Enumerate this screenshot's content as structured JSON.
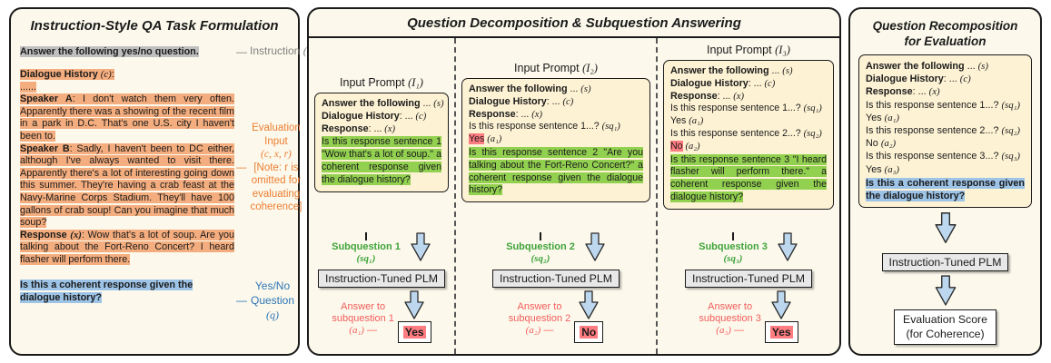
{
  "colors": {
    "green_highlight": "#92d050",
    "salmon_highlight": "#ff7c80",
    "orange_highlight": "#f4ad7e",
    "blue_highlight": "#9dc3e6",
    "gray_highlight": "#bfbfbf",
    "tan_box": "#fdf2d4",
    "plm_box": "#e9e8e8",
    "arrow_fill": "#bdd7ee",
    "green_text": "#3fa33a",
    "red_text": "#f25c5c",
    "orange_text": "#ed7d31",
    "blue_text": "#2e75b6",
    "gray_text": "#7f7f7f"
  },
  "left": {
    "title": "Instruction-Style QA Task Formulation",
    "instruction_text": "Answer the following yes/no question.",
    "instruction_label": {
      "dash": "—",
      "text": "Instruction ",
      "math": "(s)"
    },
    "dialogue_header": {
      "b": "Dialogue History ",
      "m": "(c)",
      "r": ":"
    },
    "dialogue_ellipsis": "......",
    "speaker_a": {
      "b": "Speaker A",
      "r": ": I don't watch them very often. Apparently there was a showing of the recent film in a park in D.C. That's one U.S. city I haven't been to."
    },
    "speaker_b": {
      "b": "Speaker B",
      "r": ": Sadly, I haven't been to DC either, although I've always wanted to visit there. Apparently there's a lot of interesting going down this summer. They're having a crab feast at the Navy-Marine Corps Stadium. They'll have 100 gallons of crab soup! Can you imagine that much soup?"
    },
    "response": {
      "b": "Response ",
      "m": "(x)",
      "r": ": Wow that's a lot of soup. Are you talking about the Fort-Reno Concert? I heard flasher will perform there."
    },
    "eval_label": {
      "dash": "—",
      "line1": "Evaluation Input",
      "line2": "(c, x, r)",
      "line3": "[Note: r is",
      "line4": "omitted for",
      "line5": "evaluating",
      "line6": "coherence]"
    },
    "question_text": "Is this a coherent response given the dialogue history?",
    "question_label": {
      "dash": "—",
      "line1": "Yes/No",
      "line2": "Question ",
      "math": "(q)"
    }
  },
  "middle": {
    "title": "Question Decomposition & Subquestion Answering",
    "columns": [
      {
        "prompt_title": {
          "t": "Input Prompt ",
          "m": "(I₁)"
        },
        "line_answer": {
          "b": "Answer the following",
          "r": " ... ",
          "m": "(s)"
        },
        "line_history": {
          "b": "Dialogue History",
          "r": ": ... ",
          "m": "(c)"
        },
        "line_response": {
          "b": "Response",
          "r": ": ... ",
          "m": "(x)"
        },
        "green_question": "Is this response sentence 1 \"Wow that's a lot of soup.\" a coherent response given the dialogue history?",
        "sub_label": {
          "line1": "Subquestion 1",
          "m": "(sq₁)"
        },
        "plm_label": "Instruction-Tuned PLM",
        "ans_label": {
          "line1": "Answer to",
          "line2": "subquestion 1",
          "m": "(a₁)",
          "dash": "—"
        },
        "answer": "Yes"
      },
      {
        "prompt_title": {
          "t": "Input Prompt ",
          "m": "(I₂)"
        },
        "line_answer": {
          "b": "Answer the following",
          "r": " ... ",
          "m": "(s)"
        },
        "line_history": {
          "b": "Dialogue History",
          "r": ": ... ",
          "m": "(c)"
        },
        "line_response": {
          "b": "Response",
          "r": ": ... ",
          "m": "(x)"
        },
        "q1": {
          "t": "Is this response sentence 1...? ",
          "m": "(sq₁)"
        },
        "a1": {
          "hl": "Yes",
          "m": "(a₁)"
        },
        "green_question": "Is this response sentence 2 \"Are you talking about the Fort-Reno Concert?\" a coherent response given the dialogue history?",
        "sub_label": {
          "line1": "Subquestion 2",
          "m": "(sq₂)"
        },
        "plm_label": "Instruction-Tuned PLM",
        "ans_label": {
          "line1": "Answer to",
          "line2": "subquestion 2",
          "m": "(a₂)",
          "dash": "—"
        },
        "answer": "No"
      },
      {
        "prompt_title": {
          "t": "Input Prompt ",
          "m": "(I₃)"
        },
        "line_answer": {
          "b": "Answer the following",
          "r": " ... ",
          "m": "(s)"
        },
        "line_history": {
          "b": "Dialogue History",
          "r": ": ... ",
          "m": "(c)"
        },
        "line_response": {
          "b": "Response",
          "r": ": ... ",
          "m": "(x)"
        },
        "q1": {
          "t": "Is this response sentence 1...? ",
          "m": "(sq₁)"
        },
        "a1": {
          "t": "Yes ",
          "m": "(a₁)"
        },
        "q2": {
          "t": "Is this response sentence 2...? ",
          "m": "(sq₂)"
        },
        "a2": {
          "hl": "No",
          "m": "(a₂)"
        },
        "green_question": "Is this response sentence 3 \"I heard flasher will perform there.\" a coherent response given the dialogue history?",
        "sub_label": {
          "line1": "Subquestion 3",
          "m": "(sq₃)"
        },
        "plm_label": "Instruction-Tuned PLM",
        "ans_label": {
          "line1": "Answer to",
          "line2": "subquestion 3",
          "m": "(a₃)",
          "dash": "—"
        },
        "answer": "Yes"
      }
    ]
  },
  "right": {
    "title_line1": "Question Recomposition",
    "title_line2": "for Evaluation",
    "line_answer": {
      "b": "Answer the following",
      "r": " ... ",
      "m": "(s)"
    },
    "line_history": {
      "b": "Dialogue History",
      "r": ": ... ",
      "m": "(c)"
    },
    "line_response": {
      "b": "Response",
      "r": ": ... ",
      "m": "(x)"
    },
    "q1": {
      "t": "Is this response sentence 1...? ",
      "m": "(sq₁)"
    },
    "a1": {
      "t": "Yes ",
      "m": "(a₁)"
    },
    "q2": {
      "t": "Is this response sentence 2...? ",
      "m": "(sq₂)"
    },
    "a2": {
      "t": "No ",
      "m": "(a₂)"
    },
    "q3": {
      "t": "Is this response sentence 3...? ",
      "m": "(sq₃)"
    },
    "a3": {
      "t": "Yes ",
      "m": "(a₃)"
    },
    "blue_question": "Is this a coherent response given the dialogue history?",
    "plm_label": "Instruction-Tuned PLM",
    "score_line1": "Evaluation Score",
    "score_line2": "(for Coherence)"
  }
}
